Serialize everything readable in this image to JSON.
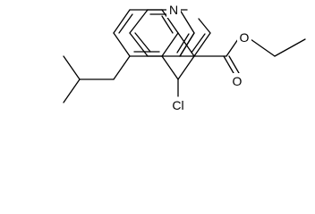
{
  "molecule": {
    "atoms": {
      "nitrogen": "N",
      "chlorine": "Cl",
      "ester_oxygen": "O",
      "carbonyl_oxygen": "O"
    }
  },
  "colors": {
    "bond": "#000000",
    "label": "#000000",
    "background": "#ffffff"
  }
}
